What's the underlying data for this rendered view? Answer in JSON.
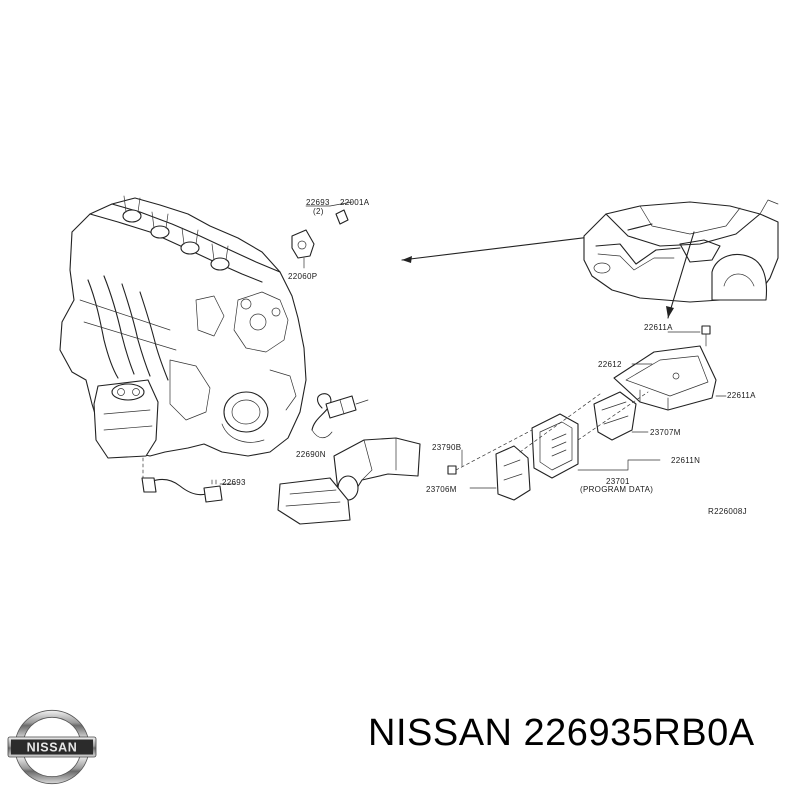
{
  "diagram": {
    "labels": {
      "p_upper_a": "22693",
      "p_upper_b": "22001A",
      "p_upper_qty": "(2)",
      "p_22060p": "22060P",
      "p_22690n": "22690N",
      "p_22693": "22693",
      "p_22611a_top": "22611A",
      "p_22612": "22612",
      "p_22611a_right": "22611A",
      "p_23707m": "23707M",
      "p_23790b": "23790B",
      "p_22611n": "22611N",
      "p_23701": "23701",
      "p_program_data": "(PROGRAM DATA)",
      "p_23706m": "23706M",
      "ref_code": "R226008J"
    }
  },
  "brand": {
    "logo_text": "NISSAN"
  },
  "caption": {
    "text": "NISSAN 226935RB0A"
  }
}
